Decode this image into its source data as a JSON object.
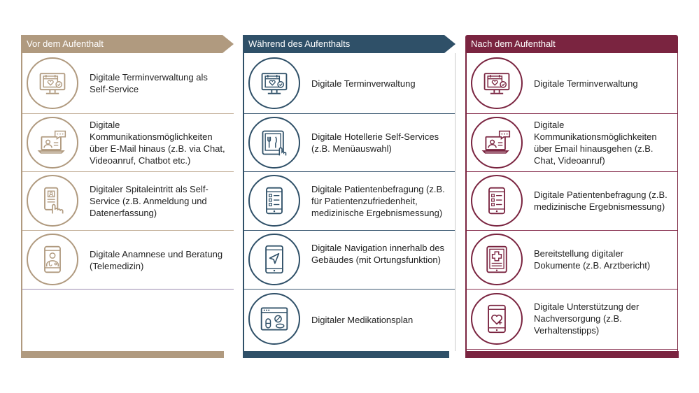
{
  "columns": [
    {
      "title": "Vor dem Aufenthalt",
      "items": [
        {
          "icon": "monitor-calendar-icon",
          "label": "Digitale Terminverwaltung als Self-Service"
        },
        {
          "icon": "laptop-chat-icon",
          "label": "Digitale Kommunikationsmöglichkeiten über E-Mail hinaus (z.B. via Chat, Videoanruf, Chatbot etc.)"
        },
        {
          "icon": "phone-touch-icon",
          "label": "Digitaler Spitaleintritt als Self-Service (z.B. Anmeldung und Datenerfassung)"
        },
        {
          "icon": "phone-doctor-icon",
          "label": "Digitale Anamnese und Beratung (Telemedizin)"
        }
      ]
    },
    {
      "title": "Während des Aufenthalts",
      "items": [
        {
          "icon": "monitor-calendar-icon",
          "label": "Digitale Terminverwaltung"
        },
        {
          "icon": "tablet-menu-icon",
          "label": "Digitale Hotellerie Self-Services (z.B. Menüauswahl)"
        },
        {
          "icon": "phone-checklist-icon",
          "label": "Digitale Patientenbefragung (z.B. für Patientenzufriedenheit, medizinische Ergebnismessung)"
        },
        {
          "icon": "phone-navigation-icon",
          "label": "Digitale Navigation innerhalb des Gebäudes (mit Ortungsfunktion)"
        },
        {
          "icon": "browser-pills-icon",
          "label": "Digitaler Medikationsplan"
        }
      ]
    },
    {
      "title": "Nach dem Aufenthalt",
      "items": [
        {
          "icon": "monitor-calendar-icon",
          "label": "Digitale Terminverwaltung"
        },
        {
          "icon": "laptop-chat-icon",
          "label": "Digitale Kommunikationsmöglichkeiten über Email hinausgehen (z.B. Chat, Videoanruf)"
        },
        {
          "icon": "phone-checklist-icon",
          "label": "Digitale Patientenbefragung (z.B. medizinische Ergebnismessung)"
        },
        {
          "icon": "tablet-medical-document-icon",
          "label": "Bereitstellung digitaler Dokumente (z.B. Arztbericht)"
        },
        {
          "icon": "phone-heart-icon",
          "label": "Digitale Unterstützung der Nachversorgung (z.B. Verhaltenstipps)"
        }
      ]
    }
  ],
  "colors": {
    "before": "#b09a7f",
    "during": "#2f5068",
    "after": "#7a2440"
  }
}
